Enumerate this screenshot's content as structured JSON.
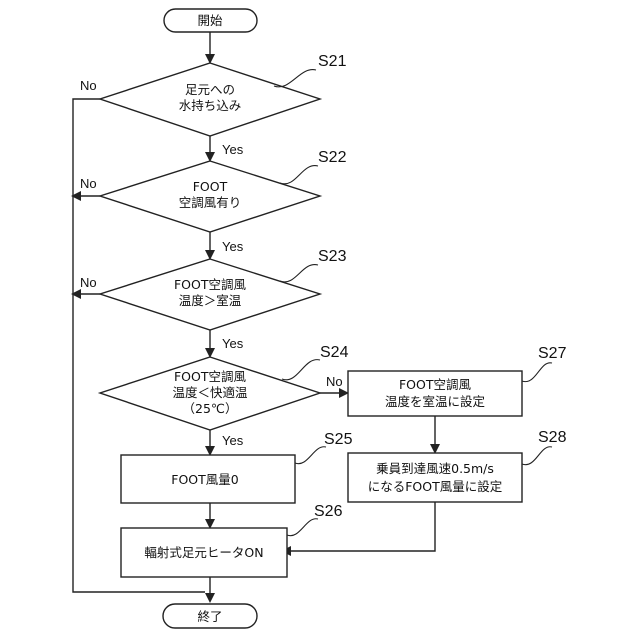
{
  "nodes": {
    "start": "開始",
    "s21": [
      "足元への",
      "水持ち込み"
    ],
    "s22": [
      "FOOT",
      "空調風有り"
    ],
    "s23": [
      "FOOT空調風",
      "温度＞室温"
    ],
    "s24": [
      "FOOT空調風",
      "温度＜快適温",
      "（25℃）"
    ],
    "s25": "FOOT風量0",
    "s26": "輻射式足元ヒータON",
    "s27": [
      "FOOT空調風",
      "温度を室温に設定"
    ],
    "s28": [
      "乗員到達風速0.5m/s",
      "になるFOOT風量に設定"
    ],
    "end": "終了"
  },
  "steps": {
    "s21": "S21",
    "s22": "S22",
    "s23": "S23",
    "s24": "S24",
    "s25": "S25",
    "s26": "S26",
    "s27": "S27",
    "s28": "S28"
  },
  "branch_labels": {
    "yes": "Yes",
    "no": "No"
  }
}
